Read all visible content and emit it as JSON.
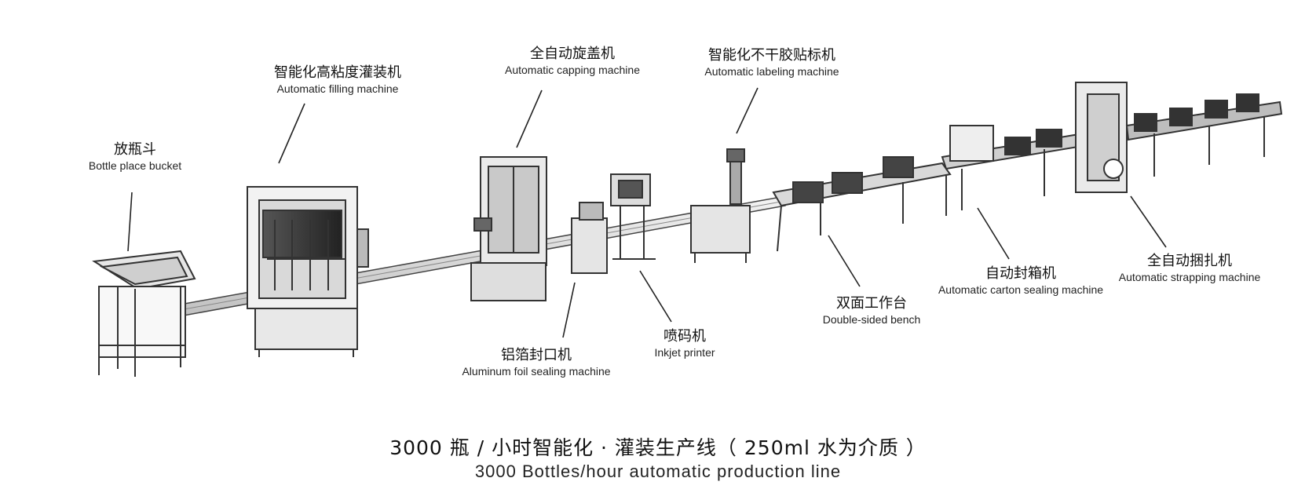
{
  "labels": {
    "bottle_bucket": {
      "zh": "放瓶斗",
      "en": "Bottle place bucket"
    },
    "filling": {
      "zh": "智能化高粘度灌装机",
      "en": "Automatic filling machine"
    },
    "capping": {
      "zh": "全自动旋盖机",
      "en": "Automatic capping machine"
    },
    "labeling": {
      "zh": "智能化不干胶贴标机",
      "en": "Automatic labeling machine"
    },
    "foil_sealing": {
      "zh": "铝箔封口机",
      "en": "Aluminum foil sealing machine"
    },
    "inkjet": {
      "zh": "喷码机",
      "en": "Inkjet printer"
    },
    "bench": {
      "zh": "双面工作台",
      "en": "Double-sided bench"
    },
    "carton_sealing": {
      "zh": "自动封箱机",
      "en": "Automatic carton sealing machine"
    },
    "strapping": {
      "zh": "全自动捆扎机",
      "en": "Automatic strapping machine"
    }
  },
  "title": {
    "zh": "3000 瓶 / 小时智能化 · 灌装生产线（ 250ml 水为介质 ）",
    "en": "3000 Bottles/hour automatic production line"
  }
}
